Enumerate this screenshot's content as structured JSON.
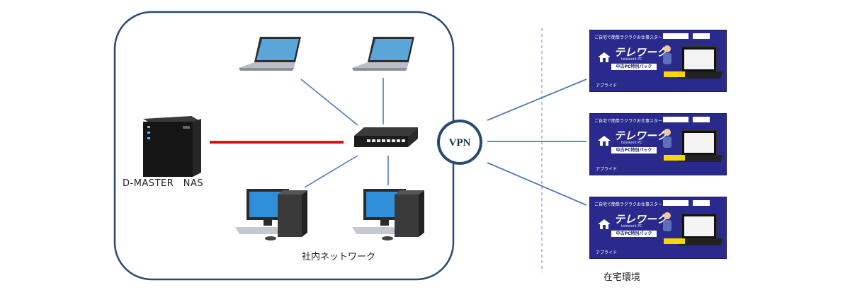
{
  "labels": {
    "nas": "D-MASTER　NAS",
    "vpn": "VPN",
    "office_network": "社内ネットワーク",
    "home_environment": "在宅環境"
  },
  "promo": {
    "tag": "ご自宅で簡単ラクラクお仕事スタート!",
    "headline": "テレワーク",
    "subtitle": "telework PC",
    "band": "中古PC特別パック",
    "brand": "アプライド"
  },
  "colors": {
    "frame": "#2b4a72",
    "link": "#4f7ab8",
    "nas_link": "#e01010",
    "vpn_ring": "#2b4a72",
    "promo_bg": "#2a2a8c",
    "divider": "#7a9cc6"
  },
  "icons": [
    "laptop-icon",
    "network-switch-icon",
    "desktop-pc-icon",
    "nas-server-icon",
    "vpn-node-icon"
  ]
}
